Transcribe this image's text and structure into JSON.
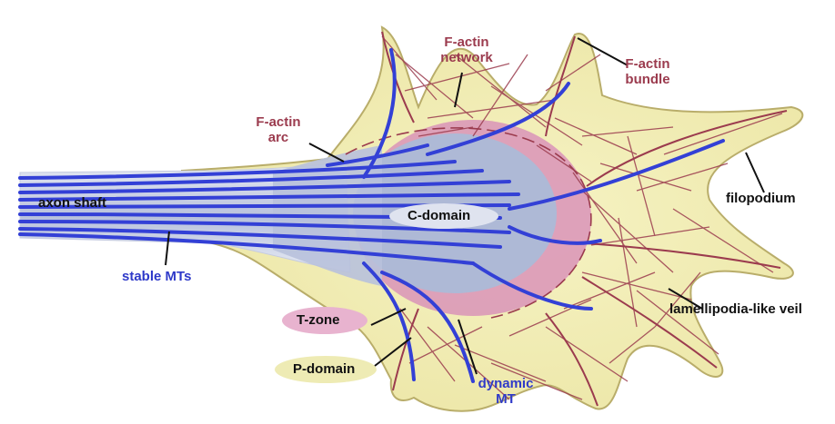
{
  "labels": {
    "f_actin_network": "F-actin\nnetwork",
    "f_actin_bundle": "F-actin\nbundle",
    "f_actin_arc": "F-actin\narc",
    "filopodium": "filopodium",
    "axon_shaft": "axon shaft",
    "c_domain": "C-domain",
    "stable_mts": "stable MTs",
    "lamellipodia_veil": "lamellipodia-like veil",
    "t_zone": "T-zone",
    "p_domain": "P-domain",
    "dynamic_mt": "dynamic\nMT"
  },
  "colors": {
    "growth_cone_fill": "#f3f0b8",
    "growth_cone_edge": "#c9c07a",
    "actin": "#9b3b4e",
    "microtubule": "#3340d6",
    "c_domain_fill": "#aeb9d6",
    "t_zone_fill": "#d993b8",
    "red_label": "#9b3b4e",
    "blue_label": "#2f3ac9"
  }
}
